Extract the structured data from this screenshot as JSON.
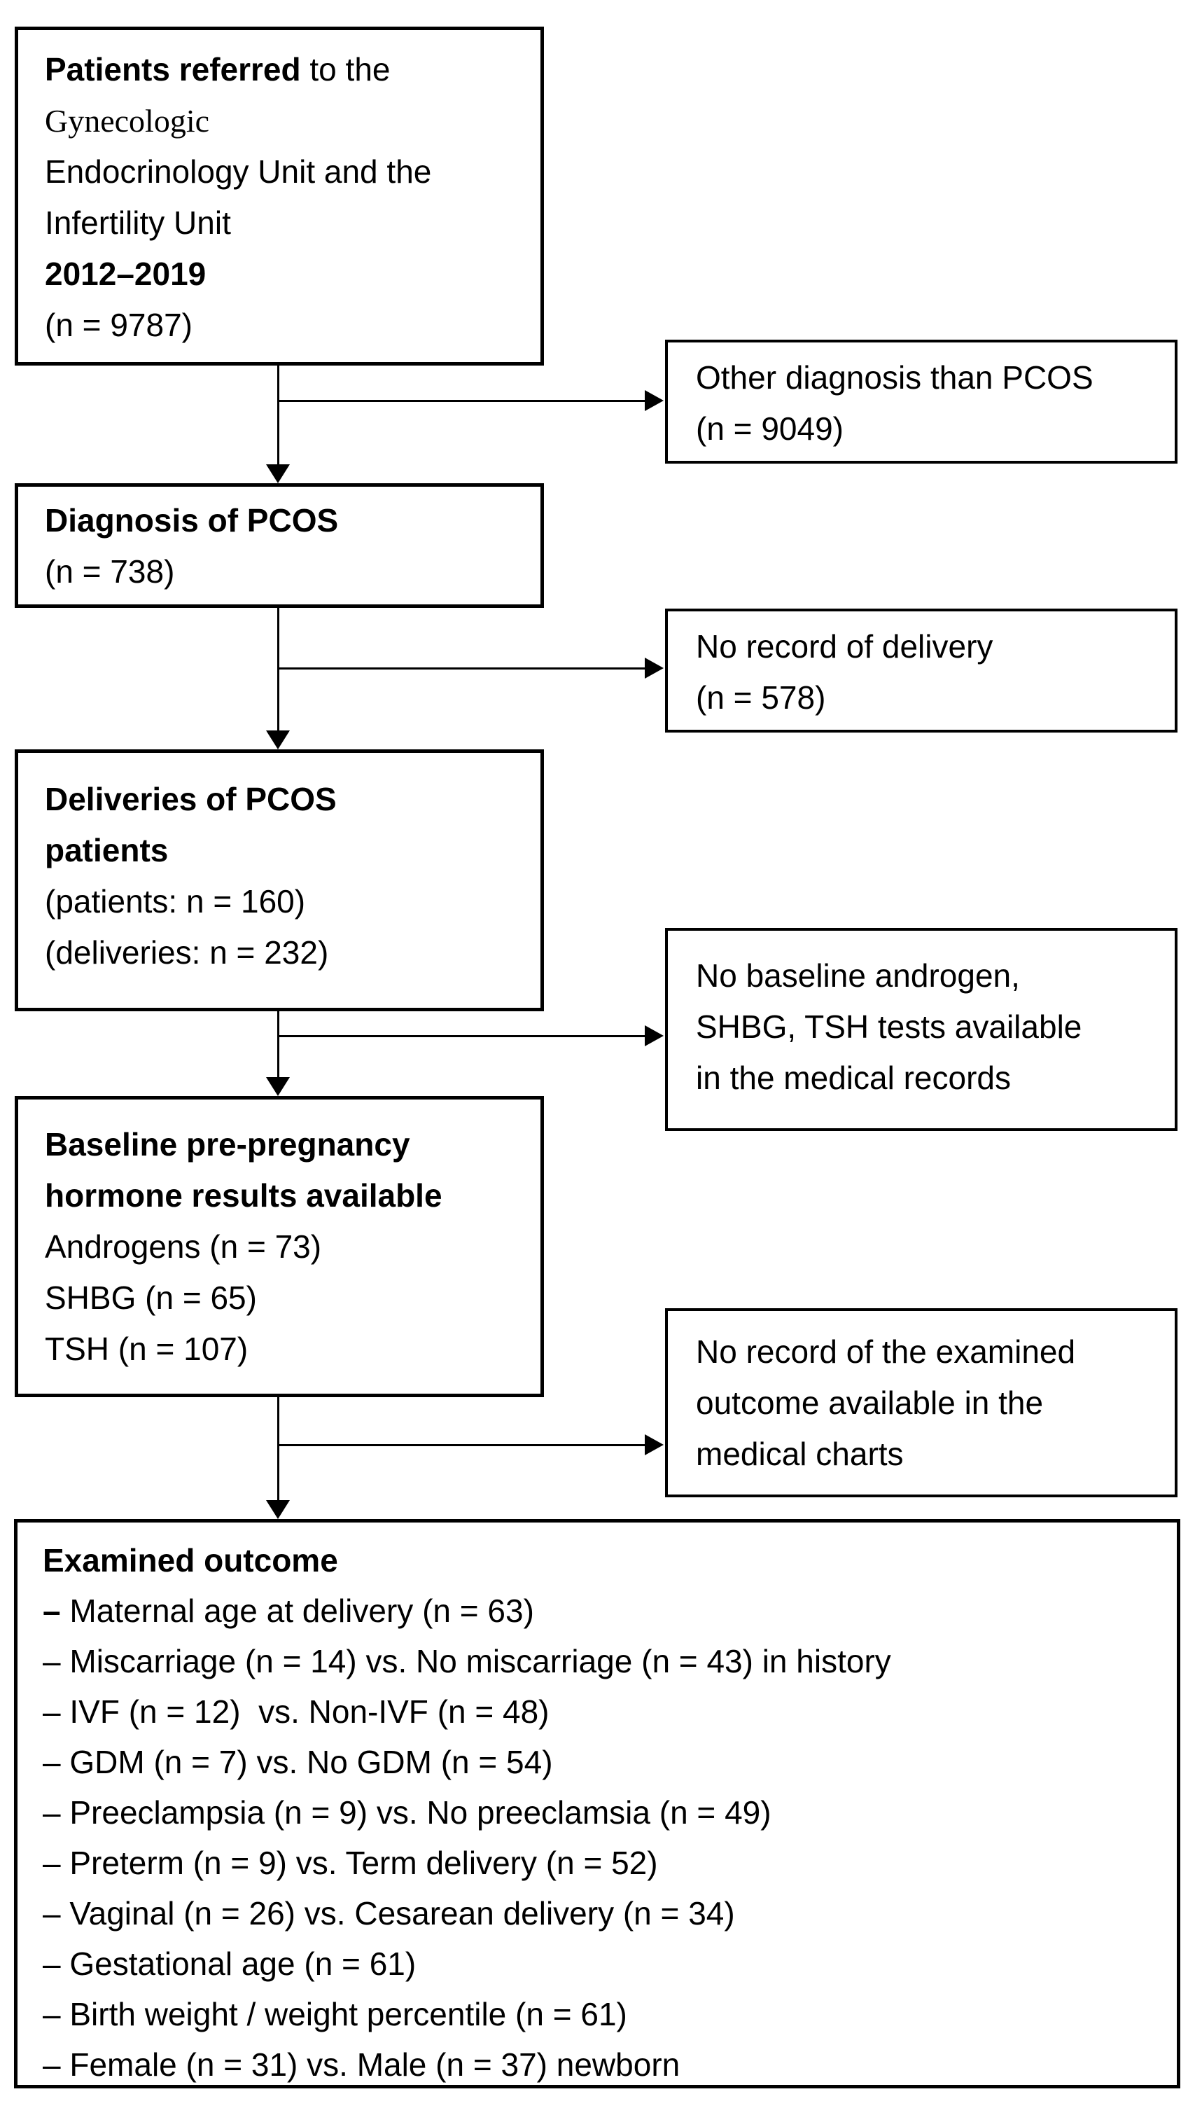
{
  "page": {
    "background_color": "#ffffff",
    "line_color": "#000000",
    "text_color": "#000000"
  },
  "icons": {
    "arrow_down": "filled-triangle-down",
    "arrow_right": "filled-triangle-right"
  },
  "boxes": {
    "referred": {
      "title_bold": "Patients referred",
      "title_rest": " to the",
      "line2": "Gynecologic",
      "line3": "Endocrinology Unit and the",
      "line4": "Infertility Unit",
      "line5": "2012–2019",
      "line6": "(n = 9787)"
    },
    "other_diagnosis": {
      "line1": "Other diagnosis than PCOS",
      "line2": "(n = 9049)"
    },
    "diagnosis": {
      "line1": "Diagnosis of PCOS",
      "line2": "(n = 738)"
    },
    "no_delivery": {
      "line1": "No record of delivery",
      "line2": "(n = 578)"
    },
    "deliveries": {
      "line1": "Deliveries of PCOS",
      "line2": "patients",
      "line3": "(patients: n = 160)",
      "line4": "(deliveries: n = 232)"
    },
    "no_baseline": {
      "line1": "No baseline androgen,",
      "line2": "SHBG, TSH tests available",
      "line3": "in the medical records"
    },
    "baseline": {
      "line1": "Baseline pre-pregnancy",
      "line2": "hormone results available",
      "line3": "Androgens (n = 73)",
      "line4": "SHBG (n = 65)",
      "line5": "TSH (n = 107)"
    },
    "no_outcome": {
      "line1": "No record of the examined",
      "line2": "outcome available in the",
      "line3": "medical charts"
    },
    "outcome": {
      "title": "Examined outcome",
      "items": [
        {
          "dash": "–",
          "text": " Maternal age at delivery (n = 63)"
        },
        {
          "dash": "–",
          "text": " Miscarriage (n = 14) vs. No miscarriage (n = 43) in history"
        },
        {
          "dash": "–",
          "text": " IVF (n = 12)  vs. Non-IVF (n = 48)"
        },
        {
          "dash": "–",
          "text": " GDM (n = 7) vs. No GDM (n = 54)"
        },
        {
          "dash": "–",
          "text": " Preeclampsia (n = 9) vs. No preeclamsia (n = 49)"
        },
        {
          "dash": "–",
          "text": " Preterm (n = 9) vs. Term delivery (n = 52)"
        },
        {
          "dash": "–",
          "text": " Vaginal (n = 26) vs. Cesarean delivery (n = 34)"
        },
        {
          "dash": "–",
          "text": " Gestational age (n = 61)"
        },
        {
          "dash": "–",
          "text": " Birth weight / weight percentile (n = 61)"
        },
        {
          "dash": "–",
          "text": " Female (n = 31) vs. Male (n = 37) newborn"
        }
      ]
    }
  }
}
